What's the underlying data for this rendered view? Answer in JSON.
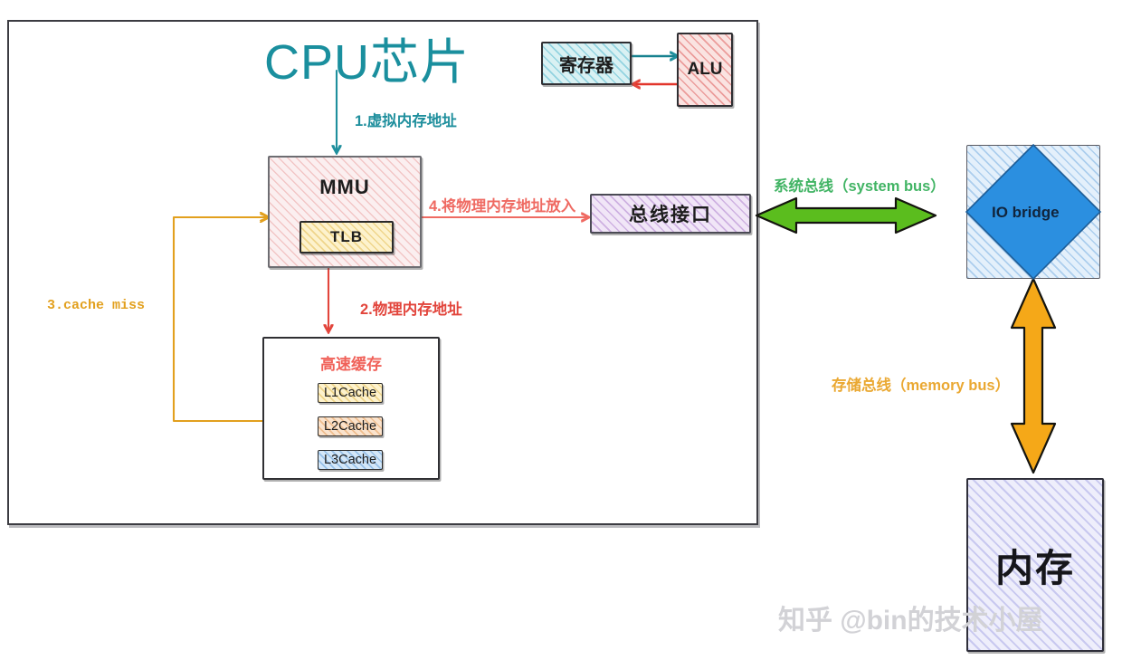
{
  "diagram": {
    "title": "CPU芯片",
    "title_color": "#1a8f9e"
  },
  "cpu_chip": {
    "label": "CPU芯片",
    "mmu": {
      "label": "MMU",
      "fill": "#fbeff0"
    },
    "tlb": {
      "label": "TLB",
      "fill": "#fdf2cd"
    },
    "cache_group": {
      "title": "高速缓存",
      "title_color": "#f06159",
      "levels": [
        {
          "label": "L1Cache",
          "fill": "#fdf2cd"
        },
        {
          "label": "L2Cache",
          "fill": "#fae3cd"
        },
        {
          "label": "L3Cache",
          "fill": "#d4e7f8"
        }
      ]
    },
    "register": {
      "label": "寄存器",
      "fill": "#d9f1f3"
    },
    "alu": {
      "label": "ALU",
      "fill": "#fae3e1"
    },
    "bus_interface": {
      "label": "总线接口",
      "fill": "#f1e6f7"
    }
  },
  "external": {
    "io_bridge": {
      "label": "IO bridge",
      "fill": "#2b8fe0"
    },
    "memory": {
      "label": "内存",
      "fill": "#eeeefb"
    }
  },
  "flow_labels": [
    {
      "id": "step1",
      "text": "1.虚拟内存地址",
      "color": "#1f8f9d"
    },
    {
      "id": "step2",
      "text": "2.物理内存地址",
      "color": "#e2453c"
    },
    {
      "id": "step3",
      "text": "3.cache miss",
      "color": "#e2a01e"
    },
    {
      "id": "step4",
      "text": "4.将物理内存地址放入",
      "color": "#ef6a62"
    }
  ],
  "bus_labels": [
    {
      "id": "system-bus",
      "text": "系统总线（system bus）",
      "color": "#41b464"
    },
    {
      "id": "memory-bus",
      "text": "存储总线（memory bus）",
      "color": "#eaa832"
    }
  ],
  "watermark": {
    "text": "知乎 @bin的技术小屋"
  }
}
